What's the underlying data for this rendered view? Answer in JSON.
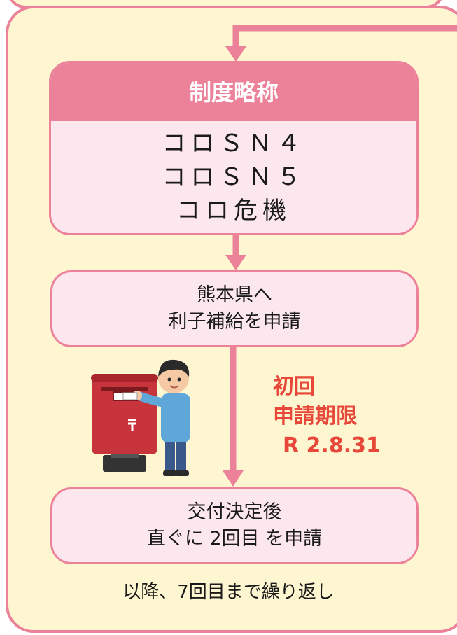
{
  "scheme_box": {
    "header": "制度略称",
    "codes": [
      "コロＳＮ４",
      "コロＳＮ５",
      "コロ危機"
    ]
  },
  "step_apply": {
    "line1": "熊本県へ",
    "line2": "利子補給を申請"
  },
  "deadline": {
    "line1": "初回",
    "line2": "申請期限",
    "date": "R 2.8.31"
  },
  "step_second": {
    "line1": "交付決定後",
    "line2": "直ぐに 2回目 を申請"
  },
  "repeat_note": "以降、7回目まで繰り返し",
  "colors": {
    "panel_bg": "#fdf6d0",
    "accent": "#ec819a",
    "box_bg": "#fde7ef",
    "deadline_text": "#e8483a"
  },
  "illustration": "person-posting-mail-illustration"
}
